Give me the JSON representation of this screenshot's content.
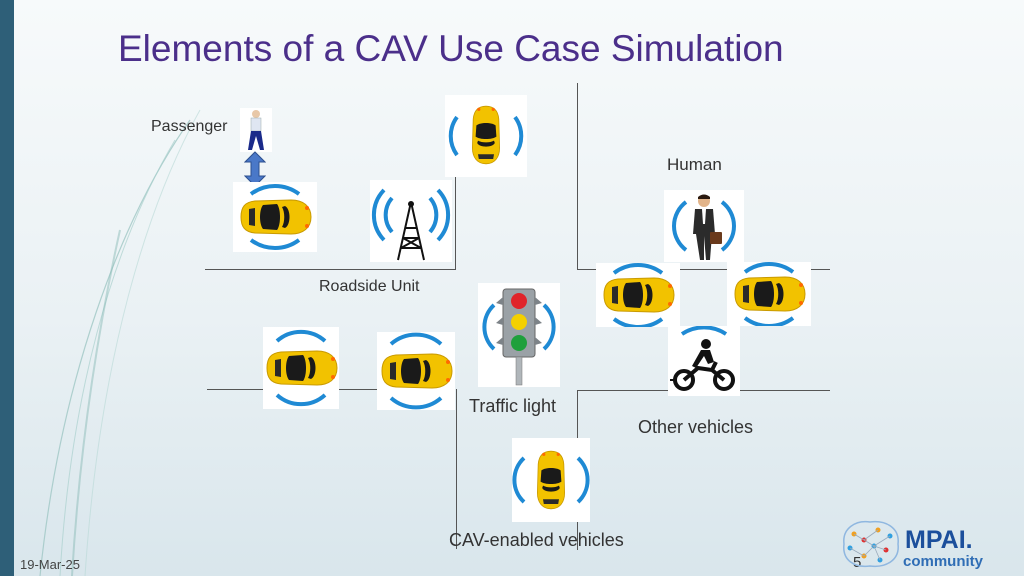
{
  "slide": {
    "title": "Elements of a CAV Use Case Simulation",
    "date": "19-Mar-25",
    "page_number": "5"
  },
  "labels": {
    "passenger": "Passenger",
    "human": "Human",
    "roadside_unit": "Roadside Unit",
    "traffic_light": "Traffic light",
    "other_vehicles": "Other vehicles",
    "cav_vehicles": "CAV-enabled vehicles"
  },
  "logo": {
    "name": "MPAI.",
    "sub": "community"
  },
  "colors": {
    "title": "#4b2f8a",
    "signal": "#1f8ad4",
    "car_body": "#f2c200",
    "logo": "#1c4f9c"
  },
  "icons": [
    "car-icon",
    "passenger-icon",
    "human-icon",
    "antenna-tower-icon",
    "traffic-light-icon",
    "motorcycle-icon",
    "double-arrow-icon",
    "mpai-logo-icon"
  ]
}
